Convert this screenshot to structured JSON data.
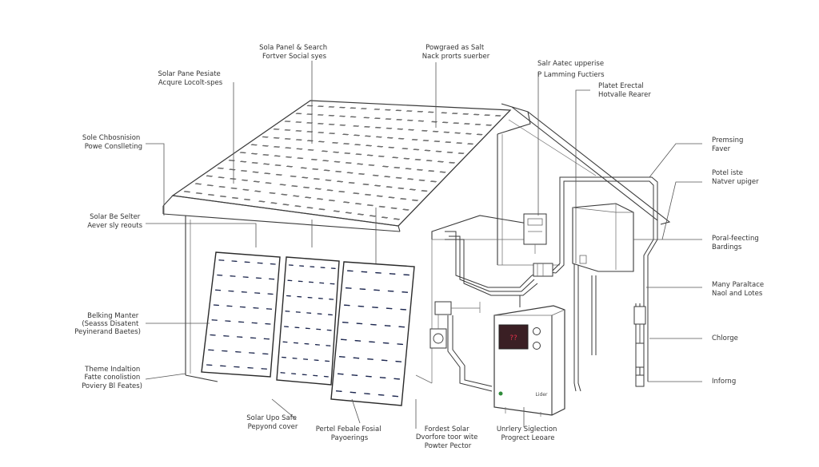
{
  "labels": {
    "top_left_1": [
      "Sola Panel & Search",
      "Fortver Social syes"
    ],
    "top_mid": [
      "Powgraed as Salt",
      "Nack prorts suerber"
    ],
    "top_right_1": [
      "Salr Aatec upperise",
      "P Lamming Fuctiers"
    ],
    "top_right_2": [
      "Platet Erectal",
      "Hotvalle Rearer"
    ],
    "left_1": [
      "Solar Pane Pesiate",
      "Acqure Locolt-spes"
    ],
    "left_2": [
      "Sole Chbosnision",
      "Powe Conslleting"
    ],
    "left_3": [
      "Solar Be Selter",
      "Aever sly reouts"
    ],
    "left_4": [
      "Belking Manter",
      "(Seasss Disatent",
      "Peyinerand Baetes)"
    ],
    "left_5": [
      "Theme Indaltion",
      "Fatte conolistion",
      "Poviery Bl Feates)"
    ],
    "right_1": [
      "Premsing",
      "Faver"
    ],
    "right_2": [
      "Potel iste",
      "Natver upiger"
    ],
    "right_3": [
      "Poral-feecting",
      "Bardings"
    ],
    "right_4": [
      "Many Paraltace",
      "Naol and Lotes"
    ],
    "right_5": [
      "Chlorge"
    ],
    "right_6": [
      "Inforng"
    ],
    "bottom_1": [
      "Solar Upo Safe",
      "Pepyond cover"
    ],
    "bottom_2": [
      "Pertel Febale Fosial",
      "Payoerings"
    ],
    "bottom_3": [
      "Fordest Solar",
      "Dvorfore toor wite",
      "Powter Pector"
    ],
    "bottom_4": [
      "Unrlery Siglection",
      "Progrect Leoare"
    ]
  },
  "inverter": {
    "display_text": "??",
    "brand_text": "Lider"
  },
  "colors": {
    "panel_cell": "#22306a",
    "panel_cell_light": "#3b4c8f",
    "roof_panel": "#8c8c8c",
    "line": "#3a3a3a",
    "display_bg": "#3a1f24",
    "display_text": "#e0304a",
    "led": "#2e8b3a"
  }
}
